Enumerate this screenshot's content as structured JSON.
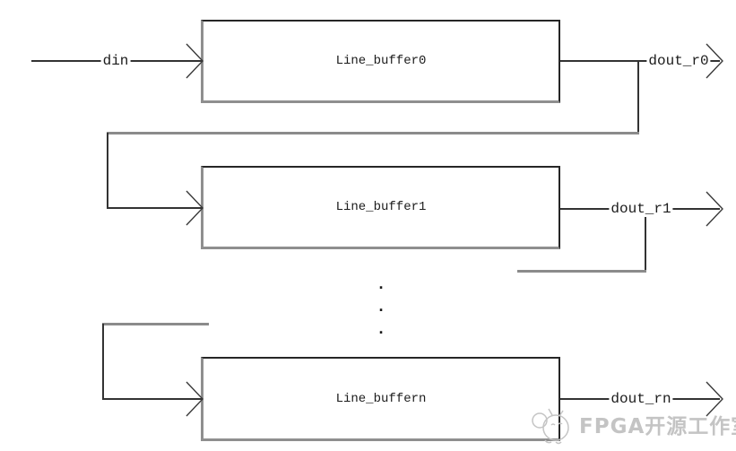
{
  "diagram": {
    "input_label": "din",
    "blocks": [
      {
        "label": "Line_buffer0",
        "output_label": "dout_r0"
      },
      {
        "label": "Line_buffer1",
        "output_label": "dout_r1"
      },
      {
        "label": "Line_buffern",
        "output_label": "dout_rn"
      }
    ],
    "ellipsis_dots": [
      ".",
      ".",
      "."
    ],
    "colors": {
      "wire_dark": "#333333",
      "wire_gray": "#8b8b8b",
      "block_border_dark": "#262626",
      "block_border_gray": "#8f8f8f",
      "label_text": "#1b1b1b",
      "watermark_gray": "#c4c4c4"
    }
  },
  "watermark": {
    "icon": "mascot-icon",
    "text": "FPGA开源工作室"
  }
}
